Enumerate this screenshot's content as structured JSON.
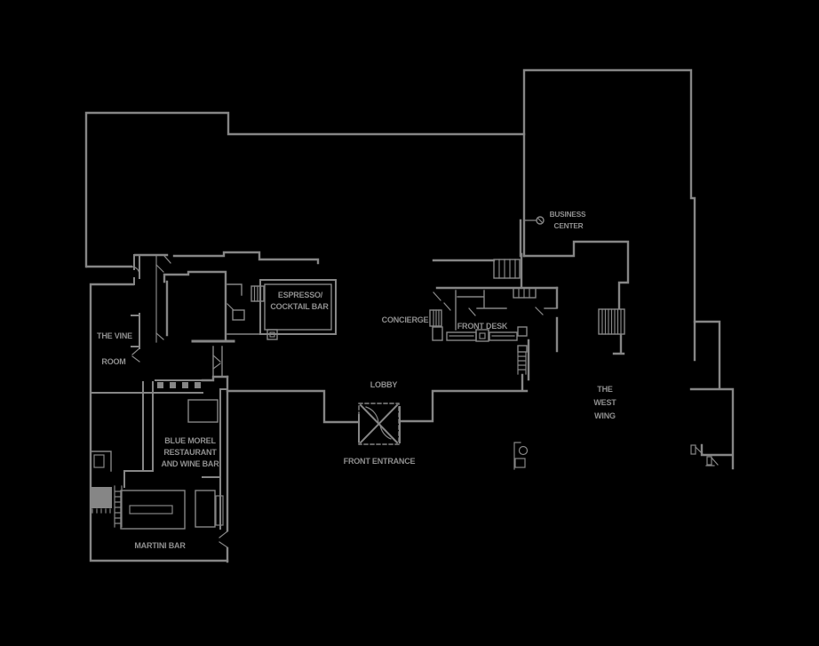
{
  "colors": {
    "background": "#000000",
    "wall_line": "#868686",
    "label_text": "#8f8f8f"
  },
  "labels": {
    "business1": "BUSINESS",
    "business2": "CENTER",
    "espresso1": "ESPRESSO/",
    "espresso2": "COCKTAIL BAR",
    "concierge": "CONCIERGE",
    "front_desk": "FRONT DESK",
    "vine1": "THE VINE",
    "vine2": "ROOM",
    "lobby": "LOBBY",
    "morel1": "BLUE MOREL",
    "morel2": "RESTAURANT",
    "morel3": "AND WINE BAR",
    "front_entrance": "FRONT ENTRANCE",
    "martini": "MARTINI BAR",
    "west1": "THE",
    "west2": "WEST",
    "west3": "WING"
  }
}
